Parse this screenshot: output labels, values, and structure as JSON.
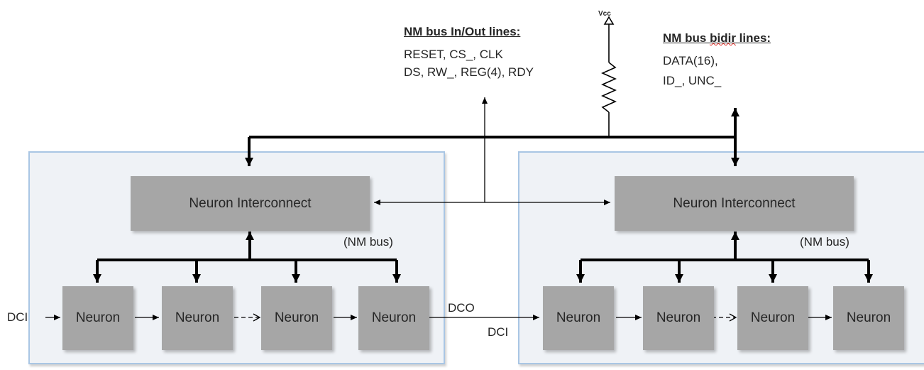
{
  "chips": [
    {
      "interconnect_label": "Neuron Interconnect",
      "bus_label": "(NM bus)",
      "neurons": [
        "Neuron",
        "Neuron",
        "Neuron",
        "Neuron"
      ]
    },
    {
      "interconnect_label": "Neuron Interconnect",
      "bus_label": "(NM bus)",
      "neurons": [
        "Neuron",
        "Neuron",
        "Neuron",
        "Neuron"
      ]
    }
  ],
  "signals": {
    "dci_in": "DCI",
    "dco": "DCO",
    "dci_link": "DCI",
    "vcc": "Vcc"
  },
  "io_lines": {
    "title": "NM bus In/Out lines:",
    "line1": "RESET,  CS_, CLK",
    "line2": "DS, RW_, REG(4), RDY"
  },
  "bidir_lines": {
    "title_part1": "NM bus ",
    "title_part2": "bidir",
    "title_part3": " lines:",
    "line1": "DATA(16),",
    "line2": "ID_, UNC_"
  },
  "colors": {
    "block": "#a6a6a6",
    "frame_border": "#a9c6e4",
    "frame_fill": "#eff2f6",
    "wire": "#000000"
  }
}
